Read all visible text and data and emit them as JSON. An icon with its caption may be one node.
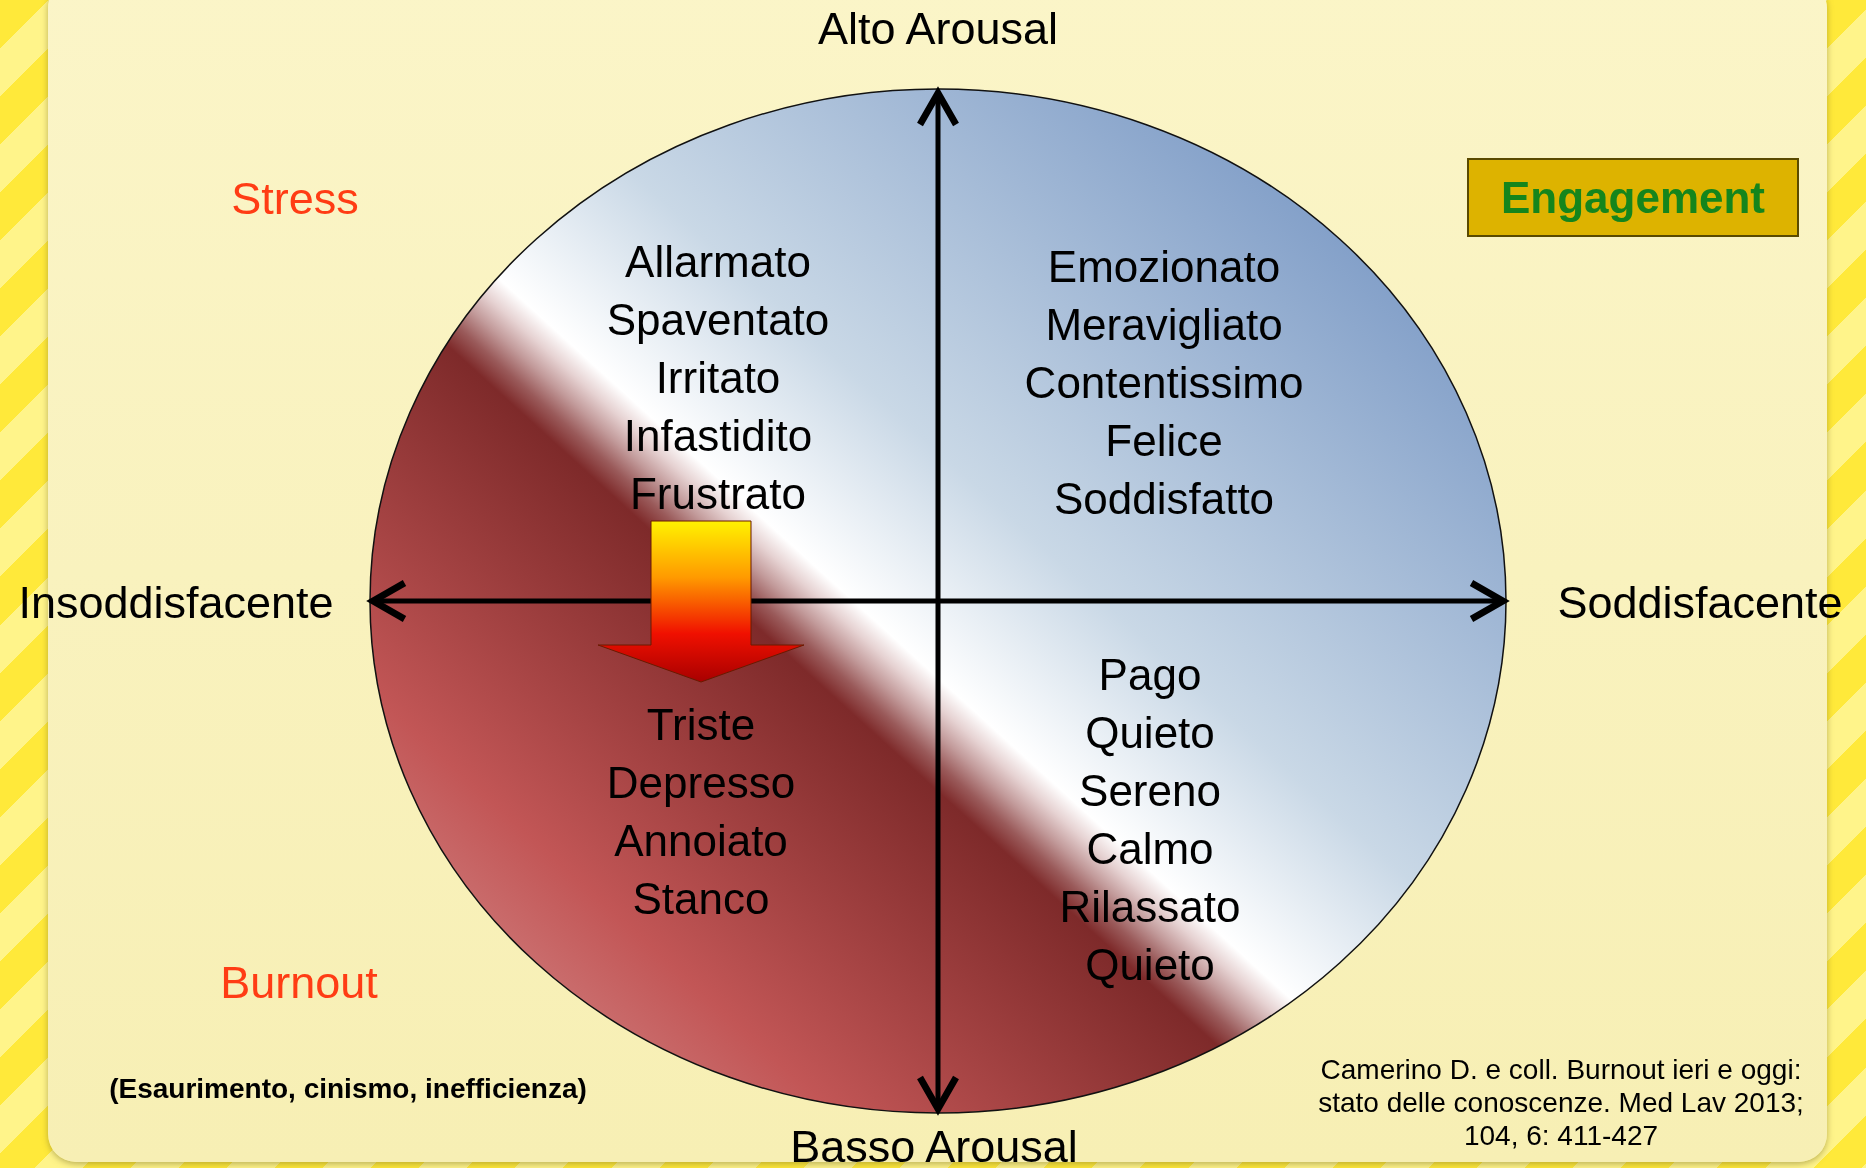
{
  "diagram": {
    "nodes": [
      {
        "text": [
          "Allarmato",
          "Spaventato",
          "Irritato",
          "Infastidito",
          "Frustrato"
        ]
      },
      {
        "text": [
          "Emozionato",
          "Meravigliato",
          "Contentissimo",
          "Felice",
          "Soddisfatto"
        ]
      },
      {
        "text": [
          "Triste",
          "Depresso",
          "Annoiato",
          "Stanco"
        ]
      },
      {
        "text": [
          "Pago",
          "Quieto",
          "Sereno",
          "Calmo",
          "Rilassato",
          "Quieto"
        ]
      },
      {
        "text": [
          "Engagement"
        ]
      }
    ],
    "edges": [
      {
        "from": 0,
        "to": 2,
        "arrow": "to",
        "style": "thick"
      }
    ],
    "labels": [
      "Alto Arousal",
      "Stress",
      "Insoddisfacente",
      "Soddisfacente",
      "Burnout",
      "(Esaurimento, cinismo, inefficienza)",
      "Camerino D. e coll. Burnout ieri e oggi: stato delle conoscenze. Med Lav 2013; 104, 6: 411-427",
      "Basso Arousal"
    ]
  }
}
